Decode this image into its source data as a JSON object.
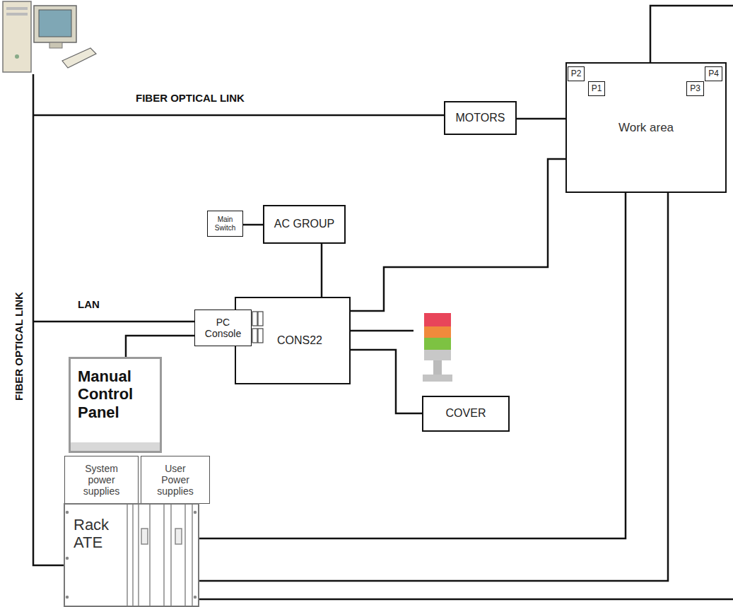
{
  "diagram": {
    "nodes": [
      {
        "text": [
          "Work area"
        ]
      },
      {
        "text": [
          "P2"
        ],
        "in": 0
      },
      {
        "text": [
          "P1"
        ],
        "in": 0
      },
      {
        "text": [
          "P4"
        ],
        "in": 0
      },
      {
        "text": [
          "P3"
        ],
        "in": 0
      },
      {
        "text": [
          "MOTORS"
        ]
      },
      {
        "text": [
          "Main Switch"
        ]
      },
      {
        "text": [
          "AC GROUP"
        ]
      },
      {
        "text": [
          "CONS22"
        ]
      },
      {
        "text": [
          "PC Console"
        ]
      },
      {
        "text": [
          "COVER"
        ]
      },
      {
        "text": [
          "Manual Control Panel"
        ]
      },
      {
        "text": [
          "System power supplies"
        ]
      },
      {
        "text": [
          "User Power supplies"
        ]
      },
      {
        "text": [
          "Rack ATE"
        ]
      }
    ],
    "edges": [
      {
        "from": 5,
        "to": 0,
        "arrow": "none"
      },
      {
        "from": 6,
        "to": 7,
        "arrow": "none"
      },
      {
        "from": 7,
        "to": 8,
        "arrow": "none"
      },
      {
        "from": 8,
        "to": 0,
        "arrow": "none"
      },
      {
        "from": 8,
        "to": 10,
        "arrow": "none"
      },
      {
        "from": 9,
        "to": 11,
        "arrow": "none"
      },
      {
        "from": 14,
        "to": 0,
        "arrow": "none"
      },
      {
        "from": 14,
        "to": 0,
        "arrow": "none"
      }
    ],
    "labels": [
      "FIBER OPTICAL LINK",
      "LAN",
      "FIBER OPTICAL LINK"
    ]
  }
}
